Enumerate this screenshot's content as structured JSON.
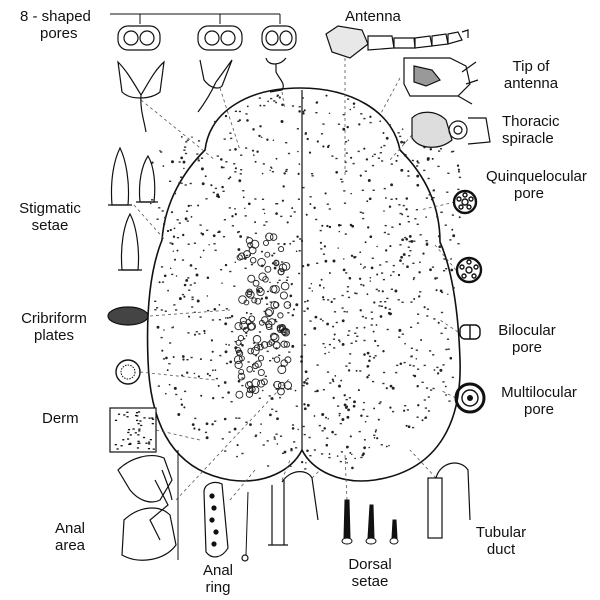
{
  "labels": {
    "eight_shaped_pores": [
      "8 - shaped",
      "pores"
    ],
    "antenna": "Antenna",
    "tip_of_antenna": [
      "Tip of",
      "antenna"
    ],
    "thoracic_spiracle": [
      "Thoracic",
      "spiracle"
    ],
    "quinquelocular_pore": [
      "Quinquelocular",
      "pore"
    ],
    "stigmatic_setae": [
      "Stigmatic",
      "setae"
    ],
    "cribriform_plates": [
      "Cribriform",
      "plates"
    ],
    "bilocular_pore": [
      "Bilocular",
      "pore"
    ],
    "multilocular_pore": [
      "Multilocular",
      "pore"
    ],
    "derm": "Derm",
    "anal_area": [
      "Anal",
      "area"
    ],
    "anal_ring": [
      "Anal",
      "ring"
    ],
    "dorsal_setae": [
      "Dorsal",
      "setae"
    ],
    "tubular_duct": [
      "Tubular",
      "duct"
    ]
  },
  "colors": {
    "ink": "#111111",
    "paper": "#ffffff",
    "dash": "#555555"
  }
}
